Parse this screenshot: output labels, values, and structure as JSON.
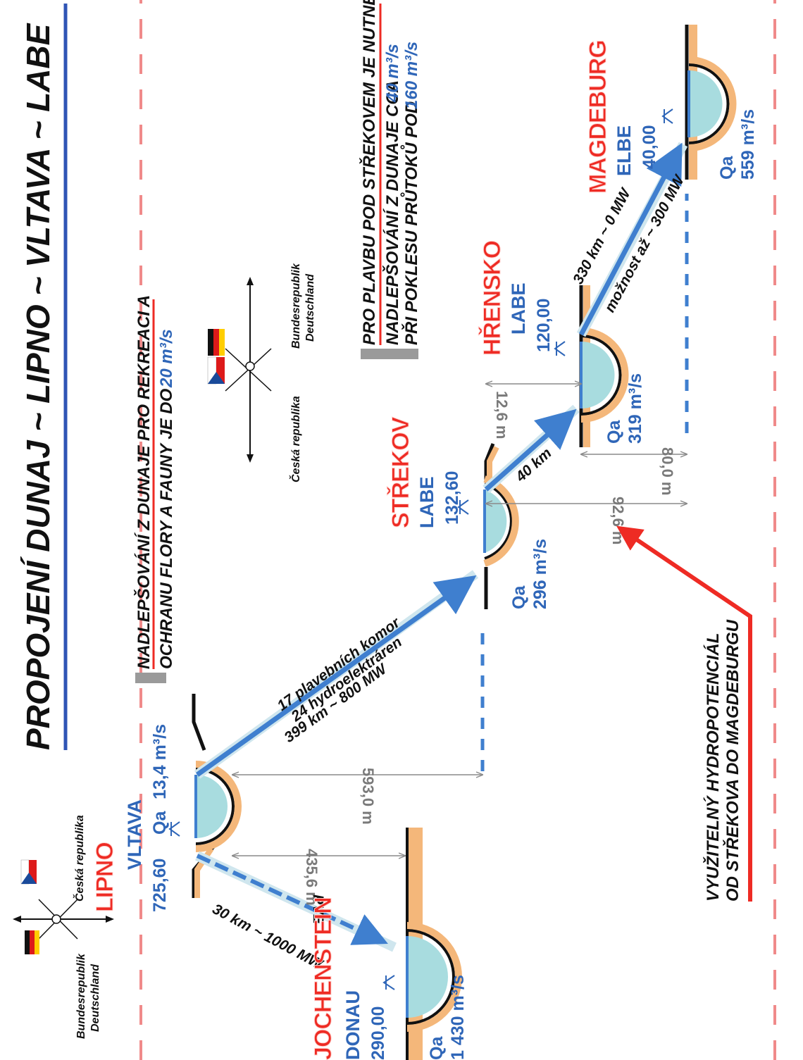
{
  "title": "PROPOJENÍ DUNAJ ~ LIPNO ~  VLTAVA ~ LABE",
  "colors": {
    "water": "#a8dcdf",
    "bank": "#f4b77a",
    "arrow": "#3f7fcf",
    "border": "#f08a8a",
    "accent": "#ee2b24",
    "text_blue": "#2f66b8",
    "dimension": "#8a8a8a"
  },
  "sites": [
    {
      "city": "JOCHENSTEIN",
      "river": "DONAU",
      "elevation": "290,00",
      "qa": "Qa",
      "flow": "1 430 m³/s"
    },
    {
      "city": "LIPNO",
      "river": "VLTAVA",
      "elevation": "725,60",
      "qa": "Qa",
      "flow": "13,4 m³/s"
    },
    {
      "city": "STŘEKOV",
      "river": "LABE",
      "elevation": "132,60",
      "qa": "Qa",
      "flow": "296 m³/s"
    },
    {
      "city": "HŘENSKO",
      "river": "LABE",
      "elevation": "120,00",
      "qa": "Qa",
      "flow": "319 m³/s"
    },
    {
      "city": "MAGDEBURG",
      "river": "ELBE",
      "elevation": "40,00",
      "qa": "Qa",
      "flow": "559 m³/s"
    }
  ],
  "dimensions": {
    "lipno_jochenstein": "435,6 m",
    "lipno_strekov": "593,0 m",
    "strekov_hrensko": "12,6 m",
    "strekov_magdeburg": "92,6 m",
    "hrensko_magdeburg": "80,0 m"
  },
  "connections": {
    "pve_distance": "30 km ~ 1000 MW",
    "pve_label": "PVE",
    "vltava_line1": "399 km ~ 800 MW",
    "vltava_line2": "24 hydroelektráren",
    "vltava_line3": "17 plavebních komor",
    "labe_distance": "40 km",
    "elbe_line1": "330 km ~ 0 MW",
    "elbe_line2": "možnost až  ~ 300 MW"
  },
  "compass_left": {
    "top": "Česká republika",
    "bottom1": "Bundesrepublik",
    "bottom2": "Deutschland"
  },
  "compass_mid": {
    "top1": "Bundesrepublik",
    "top2": "Deutschland",
    "bottom": "Česká republika"
  },
  "notes": {
    "recreation_1": "NADLEPŠOVÁNÍ Z DUNAJE PRO REKREACI A",
    "recreation_2": "OCHRANU FLORY A FAUNY JE DO",
    "recreation_value": "20 m³/s",
    "navigation_1": "PRO PLAVBU POD STŘEKOVEM JE NUTNÉ",
    "navigation_2": "NADLEPŠOVÁNÍ Z DUNAJE CCA",
    "navigation_2_value": "40 m³/s",
    "navigation_3": "PŘI POKLESU PRŮTOKŮ POD",
    "navigation_3_value": "160 m³/s",
    "potential_1": "VYUŽITELNÝ HYDROPOTENCIÁL",
    "potential_2": "OD STŘEKOVA DO MAGDEBURGU"
  }
}
